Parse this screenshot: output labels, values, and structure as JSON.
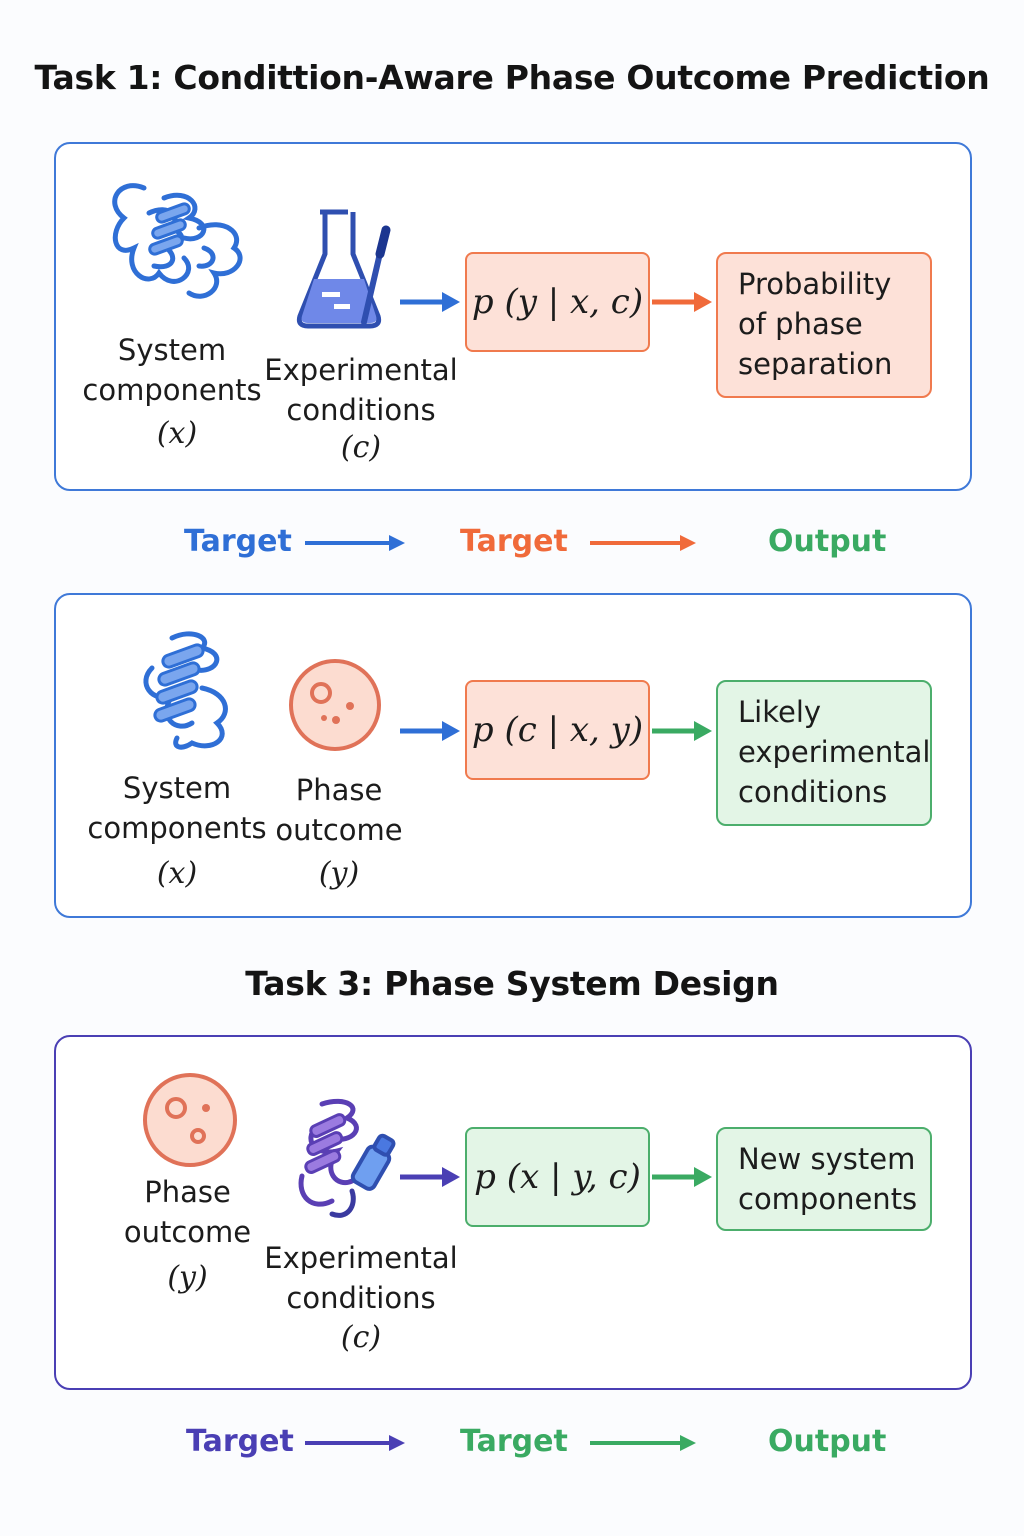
{
  "task1": {
    "title": "Task 1: Condittion-Aware Phase Outcome Prediction",
    "input1": {
      "label1": "System",
      "label2": "components",
      "symbol": "(x)"
    },
    "input2": {
      "label1": "Experimental",
      "label2": "conditions",
      "symbol": "(c)"
    },
    "formula": "p (y | x, c)",
    "output": [
      "Probability",
      "of phase",
      "separation"
    ]
  },
  "legend1": {
    "item1": "Target",
    "item2": "Target",
    "item3": "Output"
  },
  "task2": {
    "input1": {
      "label1": "System",
      "label2": "components",
      "symbol": "(x)"
    },
    "input2": {
      "label1": "Phase",
      "label2": "outcome",
      "symbol": "(y)"
    },
    "formula": "p (c | x, y)",
    "output": [
      "Likely",
      "experimental",
      "conditions"
    ]
  },
  "task3": {
    "title": "Task 3: Phase System Design",
    "input1": {
      "label1": "Phase",
      "label2": "outcome",
      "symbol": "(y)"
    },
    "input2": {
      "label1": "Experimental",
      "label2": "conditions",
      "symbol": "(c)"
    },
    "formula": "p (x | y, c)",
    "output": [
      "New system",
      "components"
    ]
  },
  "legend2": {
    "item1": "Target",
    "item2": "Target",
    "item3": "Output"
  },
  "colors": {
    "blue": "#2f6fd6",
    "orange": "#f06a3a",
    "green": "#3aaa62",
    "purple": "#4a3fb4"
  }
}
